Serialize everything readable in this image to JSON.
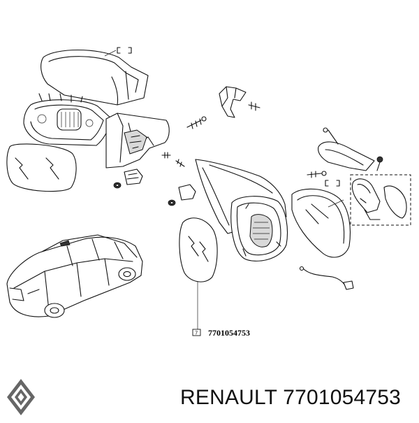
{
  "diagram": {
    "part_callout": {
      "key_label": "7",
      "part_number": "7701054753"
    }
  },
  "footer": {
    "brand": "RENAULT",
    "part_number": "7701054753"
  },
  "logo": {
    "name": "renault-logo",
    "color": "#666666"
  }
}
